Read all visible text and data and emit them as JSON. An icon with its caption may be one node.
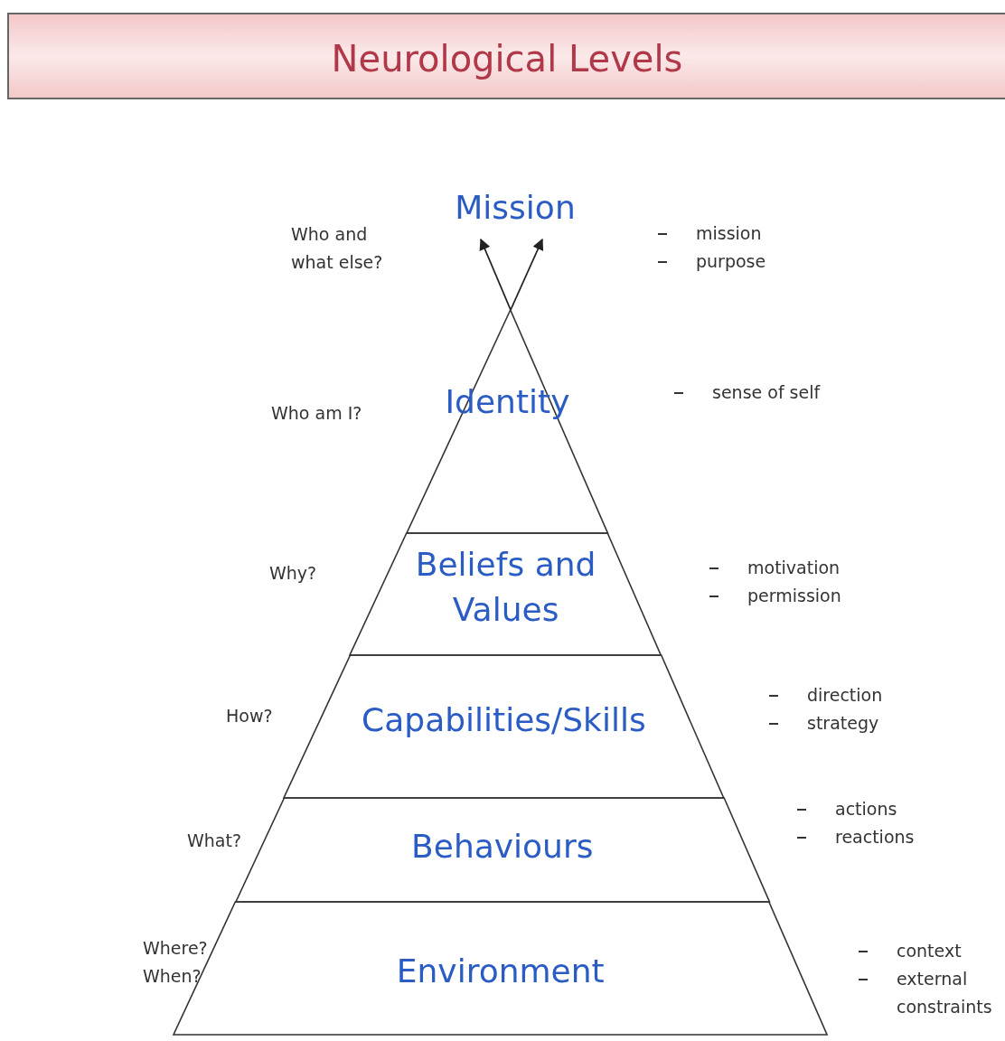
{
  "diagram": {
    "title": "Neurological Levels",
    "nodes": [
      {
        "text": [
          "Mission"
        ]
      },
      {
        "text": [
          "Identity"
        ]
      },
      {
        "text": [
          "Beliefs and Values"
        ]
      },
      {
        "text": [
          "Capabilities/Skills"
        ]
      },
      {
        "text": [
          "Behaviours"
        ]
      },
      {
        "text": [
          "Environment"
        ]
      }
    ],
    "edges": [
      {
        "from": 1,
        "to": 0,
        "arrow": "to"
      },
      {
        "from": 1,
        "to": 0,
        "arrow": "to"
      }
    ],
    "labels": [
      "Who and what else?",
      "mission",
      "purpose",
      "Who am I?",
      "sense of self",
      "Why?",
      "motivation",
      "permission",
      "How?",
      "direction",
      "strategy",
      "What?",
      "actions",
      "reactions",
      "Where? When?",
      "context",
      "external constraints"
    ]
  }
}
